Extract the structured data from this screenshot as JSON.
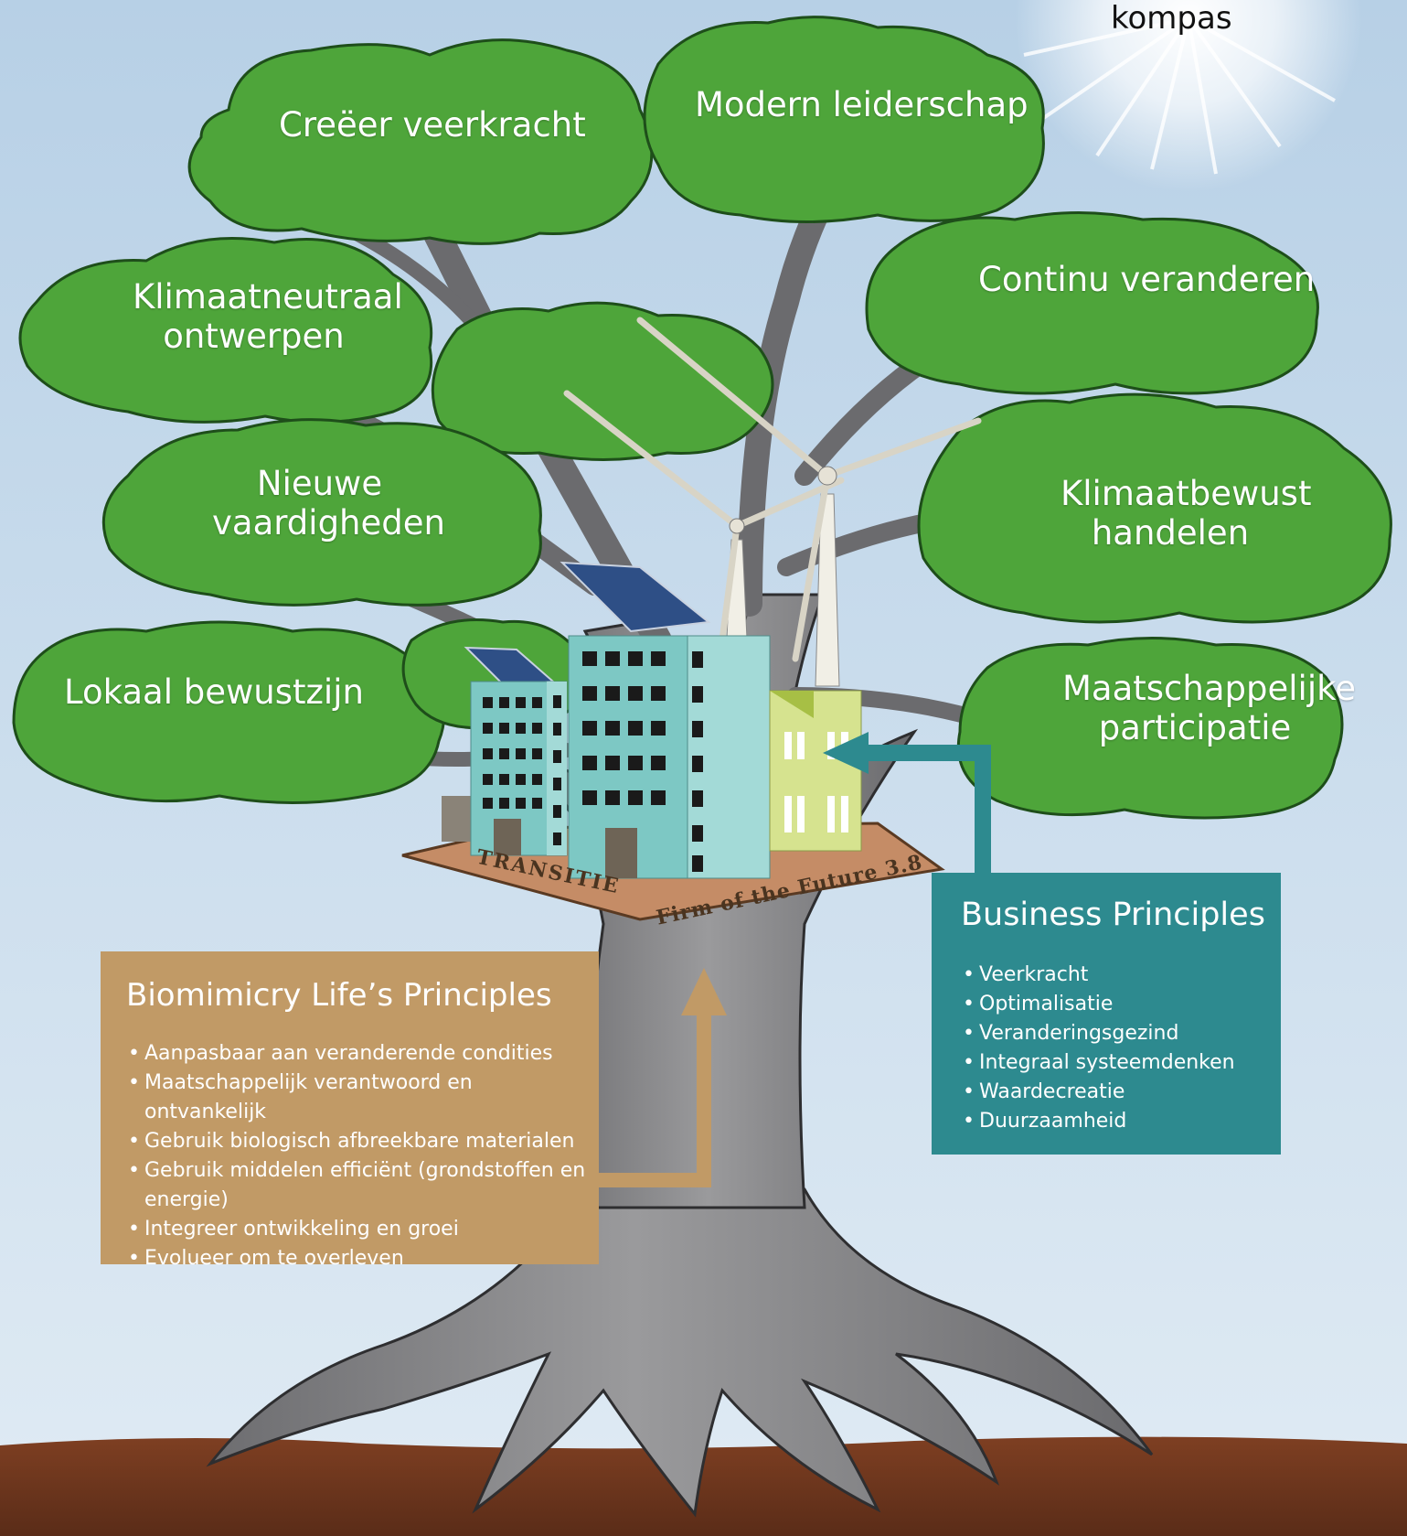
{
  "sun": {
    "label": "kompas"
  },
  "canopy_labels": [
    {
      "id": "creeer",
      "lines": [
        "Creëer veerkracht"
      ]
    },
    {
      "id": "modern",
      "lines": [
        "Modern leiderschap"
      ]
    },
    {
      "id": "klimaatneutraal",
      "lines": [
        "Klimaatneutraal",
        "ontwerpen"
      ]
    },
    {
      "id": "continu",
      "lines": [
        "Continu veranderen"
      ]
    },
    {
      "id": "nieuwe",
      "lines": [
        "Nieuwe",
        "vaardigheden"
      ]
    },
    {
      "id": "klimaatbewust",
      "lines": [
        "Klimaatbewust",
        "handelen"
      ]
    },
    {
      "id": "lokaal",
      "lines": [
        "Lokaal bewustzijn"
      ]
    },
    {
      "id": "maatschappelijke",
      "lines": [
        "Maatschappelijke",
        "participatie"
      ]
    }
  ],
  "platform": {
    "left_text": "TRANSITIE",
    "right_text": "Firm of the Future 3.8"
  },
  "biomimicry": {
    "title": "Biomimicry Life’s Principles",
    "items": [
      "Aanpasbaar aan veranderende condities",
      "Maatschappelijk verantwoord en ontvankelijk",
      "Gebruik biologisch afbreekbare materialen",
      "Gebruik middelen efficiënt (grondstoffen en energie)",
      "Integreer ontwikkeling en groei",
      "Evolueer om te overleven"
    ]
  },
  "business": {
    "title": "Business Principles",
    "items": [
      "Veerkracht",
      "Optimalisatie",
      "Veranderingsgezind",
      "Integraal systeemdenken",
      "Waardecreatie",
      "Duurzaamheid"
    ]
  },
  "colors": {
    "sky_top": "#b9d2e8",
    "sky_bottom": "#dbe8f3",
    "leaf": "#4fa33a",
    "leaf_dark": "#2f7a2a",
    "trunk": "#8a8a8c",
    "trunk_dark": "#5f5f62",
    "soil": "#7a3e22",
    "bio_box": "#c19a66",
    "biz_box": "#2d8a8f",
    "building_teal": "#7fc8c6",
    "building_lime": "#d6e38f",
    "platform": "#c9916a"
  }
}
